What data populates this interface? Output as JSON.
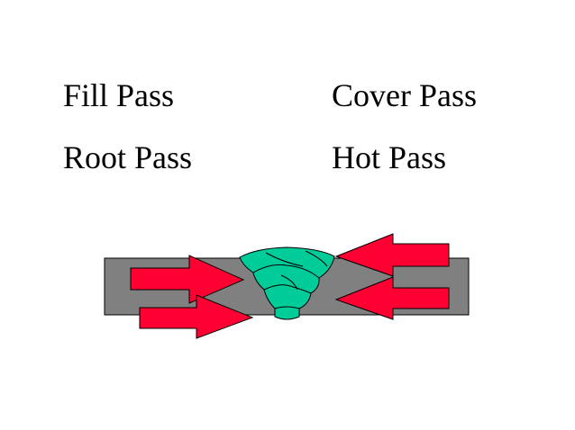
{
  "labels": {
    "fill_pass": "Fill Pass",
    "cover_pass": "Cover Pass",
    "root_pass": "Root Pass",
    "hot_pass": "Hot Pass"
  },
  "colors": {
    "plate": "#808080",
    "arrow": "#ff0033",
    "weld": "#00cc99",
    "outline": "#000000"
  }
}
